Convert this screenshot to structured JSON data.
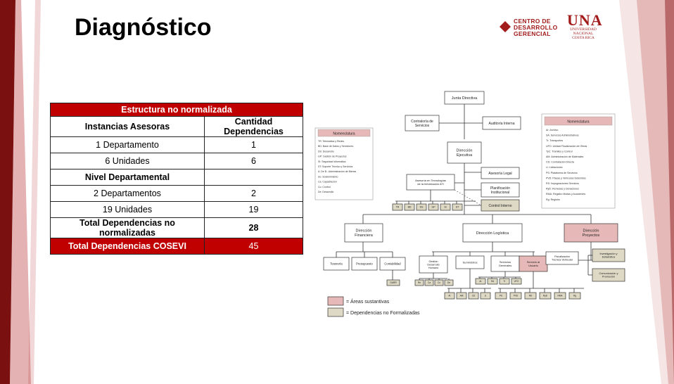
{
  "slide": {
    "title": "Diagnóstico"
  },
  "logos": {
    "cdg_lines": [
      "CENTRO DE",
      "DESARROLLO",
      "GERENCIAL"
    ],
    "una_big": "UNA",
    "una_small_lines": [
      "UNIVERSIDAD",
      "NACIONAL",
      "COSTA RICA"
    ]
  },
  "table": {
    "header": "Estructura no normalizada",
    "col_headers": [
      "Instancias Asesoras",
      "Cantidad Dependencias"
    ],
    "rows": [
      {
        "label": "1 Departamento",
        "value": "1",
        "bold": false
      },
      {
        "label": "6 Unidades",
        "value": "6",
        "bold": false
      },
      {
        "label": "Nivel Departamental",
        "value": "",
        "bold": true
      },
      {
        "label": "2 Departamentos",
        "value": "2",
        "bold": false
      },
      {
        "label": "19 Unidades",
        "value": "19",
        "bold": false
      },
      {
        "label": "Total Dependencias no normalizadas",
        "value": "28",
        "bold": true
      }
    ],
    "total": {
      "label": "Total Dependencias COSEVI",
      "value": "45"
    }
  },
  "org": {
    "junta": "Junta Directiva",
    "contraloria": [
      "Contraloría de",
      "Servicios"
    ],
    "auditoria": "Auditoría Interna",
    "direccion_ejecutiva": [
      "Dirección",
      "Ejecutiva"
    ],
    "asesoria_ti": [
      "Asesoría en Tecnologías",
      "de la Información ATI"
    ],
    "asesoria_legal": "Asesoría Legal",
    "planificacion": [
      "Planificación",
      "Institucional"
    ],
    "control_interno": "Control Interno",
    "ti_units": [
      "TR",
      "BD",
      "DS",
      "GP",
      "SI",
      "ST"
    ],
    "dir_financiera": [
      "Dirección",
      "Financiera"
    ],
    "dir_logistica": "Dirección Logística",
    "dir_proyectos": [
      "Dirección",
      "Proyectos"
    ],
    "tesoreria": "Tesorería",
    "presupuesto": "Presupuesto",
    "contabilidad": "Contabilidad",
    "cont_sub": "GARR",
    "gestion_des": [
      "Gestión",
      "Desarrollo",
      "Humano"
    ],
    "suministros": "Suministros",
    "servicios_gen": [
      "Servicios",
      "Generales"
    ],
    "servicio_usuario": [
      "Servicio al",
      "Usuario"
    ],
    "fiscalizacion": [
      "Fiscalización",
      "Técnica Vehicular"
    ],
    "investigacion": [
      "Investigación y",
      "Estadística"
    ],
    "comunicacion": [
      "Comunicación y",
      "Promoción"
    ],
    "gdh_units": [
      "Re",
      "Ca",
      "Co",
      "De"
    ],
    "sg_units": [
      "Ar",
      "SA",
      "Tr",
      "UFO"
    ],
    "sum_units": [
      "Ar",
      "AM",
      "CD",
      "Li"
    ],
    "su_units": [
      "PS",
      "PVD",
      "RD",
      "RyD",
      "RMA",
      "Rg"
    ],
    "nomen_left_title": "Nomenclatura",
    "nomen_left_lines": [
      "TR: Telemática y Redes",
      "BD: Base de Datos y Servidores",
      "DS: Desarrollo",
      "GP: Gestión de Proyectos",
      "SI: Seguridad Informática",
      "ST: Soporte Técnico y Servicios",
      "A. De B.: Administración de Bienes",
      "So: Sostenimiento",
      "Ca: Capacitación",
      "Co: Control",
      "De: Desarrollo"
    ],
    "nomen_right_title": "Nomenclatura",
    "nomen_right_lines": [
      "Ar: Archivo",
      "SA: Servicios Administrativos",
      "Tr: Transportes",
      "UFO: Unidad Fiscalización de Obras",
      "TyC: Trámites y Control",
      "AM: Administración de Materiales",
      "CD: Contratación Directa",
      "Li: Licitaciones",
      "PS: Plataforma de Servicios",
      "PVD: Placas y Vehículos Detenidos",
      "RS: Impugnaciones Servicios",
      "RyD: Remesas y Donaciones",
      "RMA: Registro Multas y Accidentes",
      "Rg: Registro"
    ]
  },
  "legend": {
    "sustantivas": "= Áreas sustantivas",
    "no_formalizadas": "= Dependencias no Formalizadas"
  },
  "colors": {
    "red": "#c00000",
    "pink": "#e6b8b7",
    "beige": "#ddd9c4"
  }
}
